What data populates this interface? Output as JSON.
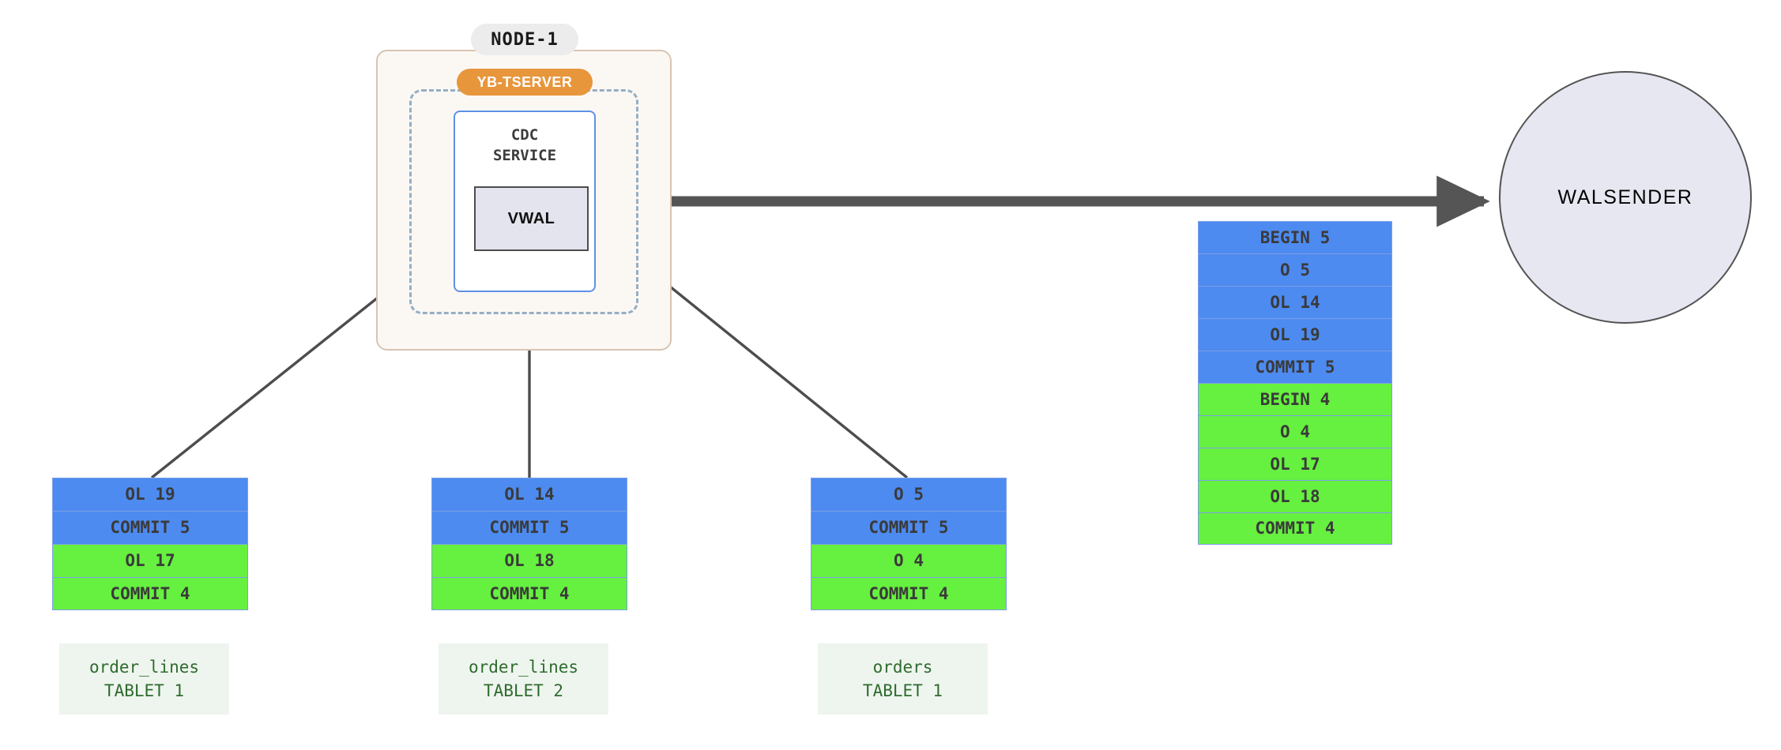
{
  "node": {
    "pill_label": "NODE-1",
    "tserver_label": "YB-TSERVER",
    "cdc_label": "CDC\nSERVICE",
    "vwal_label": "VWAL"
  },
  "walsender": {
    "label": "WALSENDER"
  },
  "colors": {
    "txn5": "#4d8bf0",
    "txn4": "#66f03f",
    "node_border": "#d9c4b2",
    "node_fill": "#fbf8f4",
    "tserver_pill": "#e8963c",
    "cdc_border": "#5f90e8",
    "vwal_fill": "#e4e4ef",
    "walsender_fill": "#e7e7f2",
    "arrow": "#4d4d4d",
    "tablet_label_fill": "#eef5ee",
    "tablet_label_text": "#2f6b2f"
  },
  "tablets": [
    {
      "name": "order_lines",
      "tablet": "TABLET 1",
      "records": [
        {
          "text": "OL 19",
          "txn": "txn5"
        },
        {
          "text": "COMMIT 5",
          "txn": "txn5"
        },
        {
          "text": "OL 17",
          "txn": "txn4"
        },
        {
          "text": "COMMIT 4",
          "txn": "txn4"
        }
      ]
    },
    {
      "name": "order_lines",
      "tablet": "TABLET 2",
      "records": [
        {
          "text": "OL 14",
          "txn": "txn5"
        },
        {
          "text": "COMMIT 5",
          "txn": "txn5"
        },
        {
          "text": "OL 18",
          "txn": "txn4"
        },
        {
          "text": "COMMIT 4",
          "txn": "txn4"
        }
      ]
    },
    {
      "name": "orders",
      "tablet": "TABLET 1",
      "records": [
        {
          "text": "O 5",
          "txn": "txn5"
        },
        {
          "text": "COMMIT 5",
          "txn": "txn5"
        },
        {
          "text": "O 4",
          "txn": "txn4"
        },
        {
          "text": "COMMIT 4",
          "txn": "txn4"
        }
      ]
    }
  ],
  "merged_stream": {
    "records": [
      {
        "text": "BEGIN 5",
        "txn": "txn5"
      },
      {
        "text": "O 5",
        "txn": "txn5"
      },
      {
        "text": "OL 14",
        "txn": "txn5"
      },
      {
        "text": "OL 19",
        "txn": "txn5"
      },
      {
        "text": "COMMIT 5",
        "txn": "txn5"
      },
      {
        "text": "BEGIN 4",
        "txn": "txn4"
      },
      {
        "text": "O 4",
        "txn": "txn4"
      },
      {
        "text": "OL 17",
        "txn": "txn4"
      },
      {
        "text": "OL 18",
        "txn": "txn4"
      },
      {
        "text": "COMMIT 4",
        "txn": "txn4"
      }
    ]
  }
}
